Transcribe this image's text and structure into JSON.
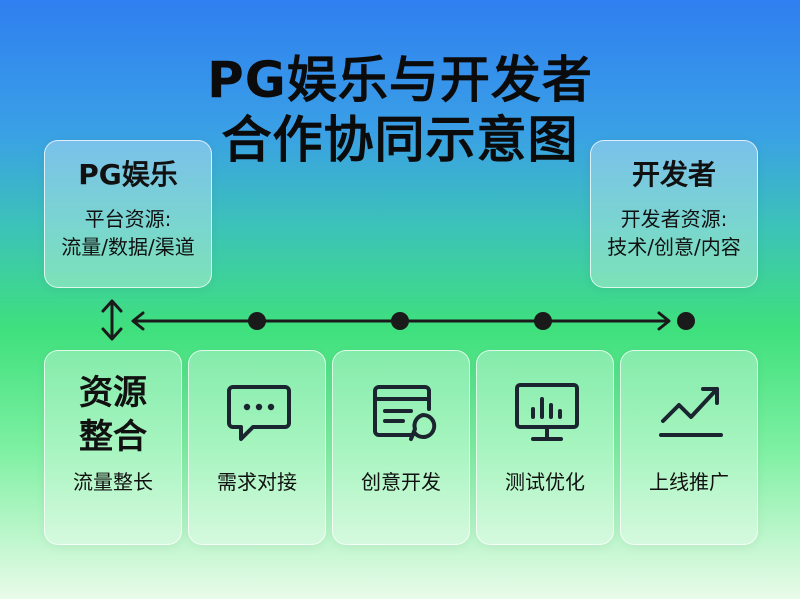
{
  "title": {
    "line1": "PG娱乐与开发者",
    "line2": "合作协同示意图"
  },
  "partners": {
    "pg": {
      "name": "PG娱乐",
      "desc_line1": "平台资源:",
      "desc_line2": "流量/数据/渠道"
    },
    "dev": {
      "name": "开发者",
      "desc_line1": "开发者资源:",
      "desc_line2": "技术/创意/内容"
    }
  },
  "steps": [
    {
      "title_line1": "资源",
      "title_line2": "整合",
      "label": "流量整长"
    },
    {
      "label": "需求对接",
      "icon": "chat-bubble-icon"
    },
    {
      "label": "创意开发",
      "icon": "document-bubble-icon"
    },
    {
      "label": "测试优化",
      "icon": "monitor-chart-icon"
    },
    {
      "label": "上线推广",
      "icon": "trend-up-icon"
    }
  ],
  "colors": {
    "ink": "#1a1a1a",
    "card_fill": "rgba(255,255,255,0.32)"
  }
}
